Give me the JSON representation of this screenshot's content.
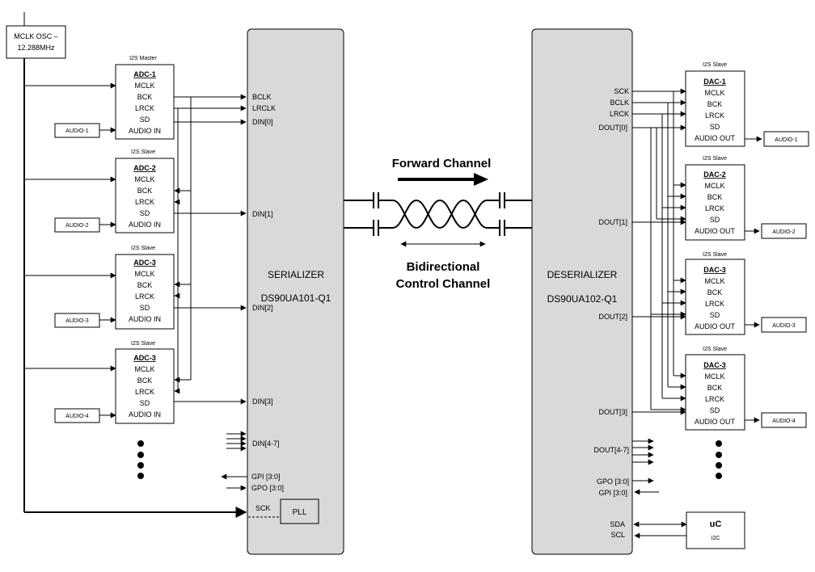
{
  "mclk_osc": {
    "line1": "MCLK OSC –",
    "line2": "12.288MHz"
  },
  "adc_blocks": [
    {
      "role": "I2S Master",
      "name": "ADC-1",
      "pins": [
        "MCLK",
        "BCK",
        "LRCK",
        "SD",
        "AUDIO IN"
      ],
      "audio": "AUDIO-1"
    },
    {
      "role": "I2S Slave",
      "name": "ADC-2",
      "pins": [
        "MCLK",
        "BCK",
        "LRCK",
        "SD",
        "AUDIO IN"
      ],
      "audio": "AUDIO-2"
    },
    {
      "role": "I2S Slave",
      "name": "ADC-3",
      "pins": [
        "MCLK",
        "BCK",
        "LRCK",
        "SD",
        "AUDIO IN"
      ],
      "audio": "AUDIO-3"
    },
    {
      "role": "I2S Slave",
      "name": "ADC-3",
      "pins": [
        "MCLK",
        "BCK",
        "LRCK",
        "SD",
        "AUDIO IN"
      ],
      "audio": "AUDIO-4"
    }
  ],
  "dac_blocks": [
    {
      "role": "I2S Slave",
      "name": "DAC-1",
      "pins": [
        "MCLK",
        "BCK",
        "LRCK",
        "SD",
        "AUDIO OUT"
      ],
      "audio": "AUDIO-1"
    },
    {
      "role": "I2S Slave",
      "name": "DAC-2",
      "pins": [
        "MCLK",
        "BCK",
        "LRCK",
        "SD",
        "AUDIO OUT"
      ],
      "audio": "AUDIO-2"
    },
    {
      "role": "I2S Slave",
      "name": "DAC-3",
      "pins": [
        "MCLK",
        "BCK",
        "LRCK",
        "SD",
        "AUDIO OUT"
      ],
      "audio": "AUDIO-3"
    },
    {
      "role": "I2S Slave",
      "name": "DAC-3",
      "pins": [
        "MCLK",
        "BCK",
        "LRCK",
        "SD",
        "AUDIO OUT"
      ],
      "audio": "AUDIO-4"
    }
  ],
  "serializer": {
    "title": "SERIALIZER",
    "part": "DS90UA101-Q1",
    "pins": {
      "bclk": "BCLK",
      "lrclk": "LRCLK",
      "din0": "DIN[0]",
      "din1": "DIN[1]",
      "din2": "DIN[2]",
      "din3": "DIN[3]",
      "din47": "DIN[4-7]",
      "gpi": "GPI [3:0]",
      "gpo": "GPO [3:0]",
      "sck": "SCK"
    },
    "pll": "PLL"
  },
  "deserializer": {
    "title": "DESERIALIZER",
    "part": "DS90UA102-Q1",
    "pins": {
      "sck": "SCK",
      "bclk": "BCLK",
      "lrck": "LRCK",
      "dout0": "DOUT[0]",
      "dout1": "DOUT[1]",
      "dout2": "DOUT[2]",
      "dout3": "DOUT[3]",
      "dout47": "DOUT[4-7]",
      "gpo": "GPO [3:0]",
      "gpi": "GPI [3:0]",
      "sda": "SDA",
      "scl": "SCL"
    }
  },
  "link": {
    "forward": "Forward Channel",
    "control_line1": "Bidirectional",
    "control_line2": "Control Channel"
  },
  "uc": {
    "name": "uC",
    "sub": "I2C"
  }
}
